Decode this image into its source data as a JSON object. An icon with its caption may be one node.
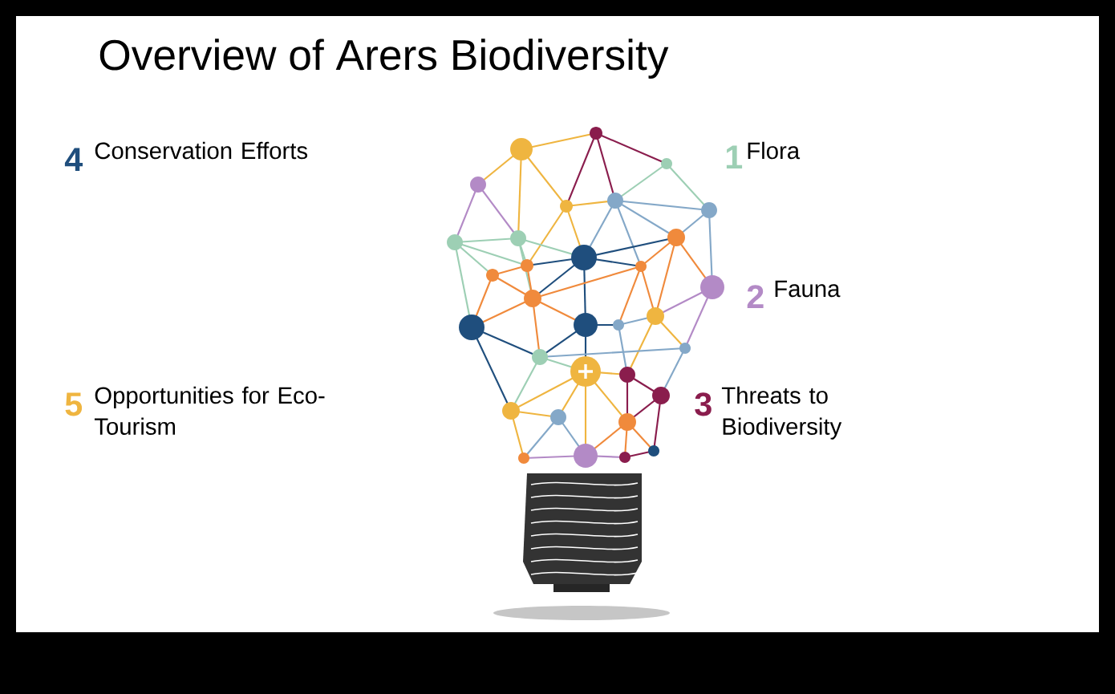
{
  "diagram": {
    "title": "Overview of Arers Biodiversity",
    "labels": [
      "4",
      "Conservation Efforts",
      "1",
      "Flora",
      "2",
      "Fauna",
      "5",
      "Opportunities for Eco-Tourism",
      "3",
      "Threats to Biodiversity"
    ]
  }
}
